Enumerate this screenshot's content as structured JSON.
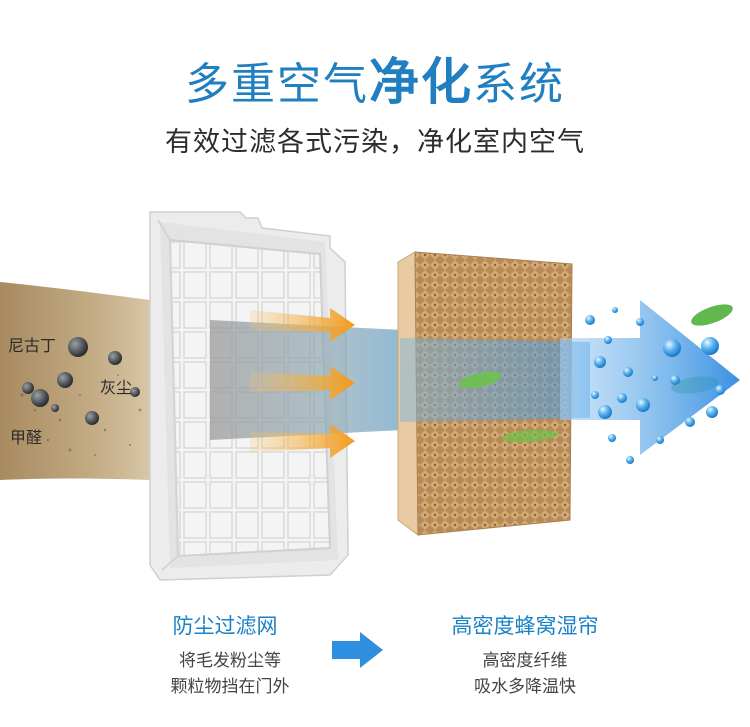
{
  "header": {
    "title_normal_1": "多重空气",
    "title_bold": "净化",
    "title_normal_2": "系统",
    "subtitle": "有效过滤各式污染，净化室内空气"
  },
  "pollutants": {
    "label_1": "尼古丁",
    "label_2": "灰尘",
    "label_3": "甲醛"
  },
  "filter_left": {
    "title": "防尘过滤网",
    "desc_1": "将毛发粉尘等",
    "desc_2": "颗粒物挡在门外"
  },
  "filter_right": {
    "title": "高密度蜂窝湿帘",
    "desc_1": "高密度纤维",
    "desc_2": "吸水多降温快"
  },
  "colors": {
    "title_blue": "#1f7fc1",
    "orange_arrow": "#f39a1a",
    "blue_arrow": "#2e8fe0",
    "pollution_brown": "#b59a73",
    "honeycomb": "#c49a64"
  },
  "icons": {
    "between_captions": "arrow-right-icon"
  }
}
